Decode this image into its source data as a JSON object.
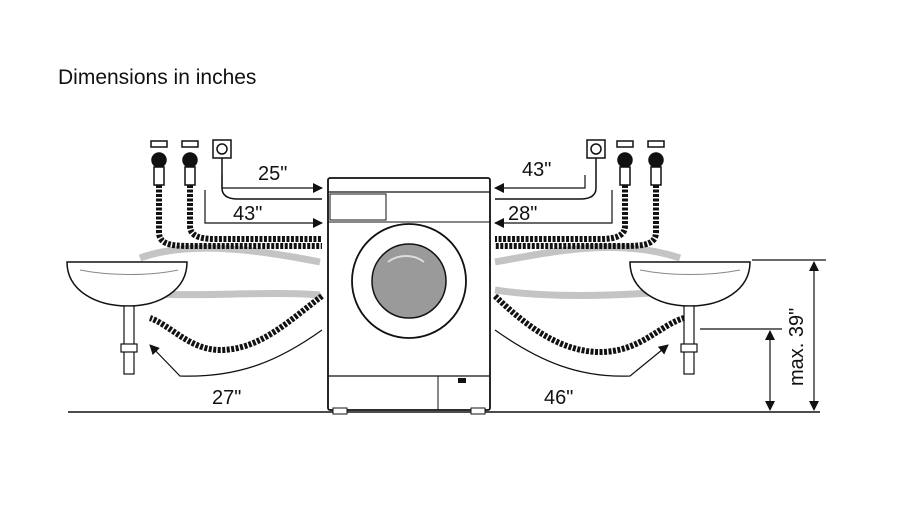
{
  "title": "Dimensions in inches",
  "labels": {
    "left_power_cord": "25\"",
    "left_inlet_hose": "43\"",
    "left_drain_hose": "27\"",
    "right_power_cord": "43\"",
    "right_inlet_hose": "28\"",
    "right_drain_hose": "46\"",
    "max_height": "max. 39\""
  },
  "colors": {
    "line": "#111111",
    "ghost": "#bdbdbd",
    "drum": "#9a9a9a"
  }
}
